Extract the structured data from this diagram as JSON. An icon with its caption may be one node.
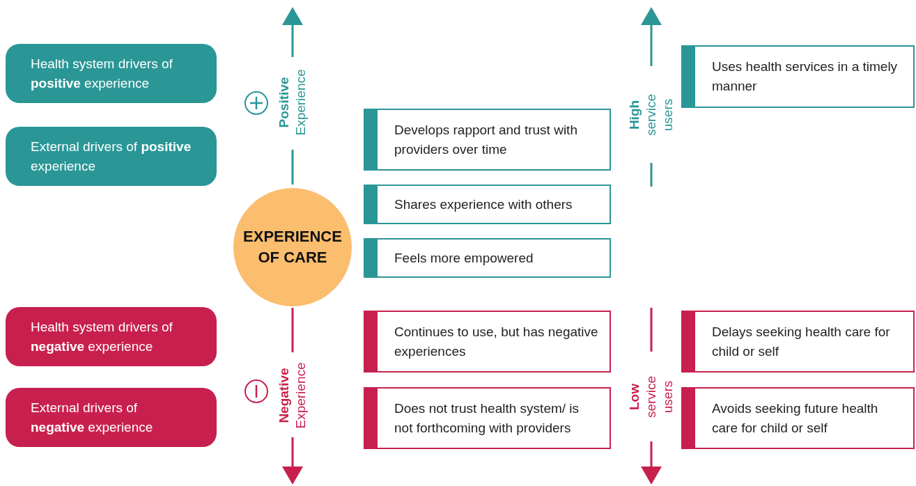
{
  "diagram": {
    "nodes": [
      {
        "text": [
          "Health system drivers of **positive** experience"
        ]
      },
      {
        "text": [
          "External drivers of **positive** experience"
        ]
      },
      {
        "text": [
          "Health system drivers of **negative** experience"
        ]
      },
      {
        "text": [
          "External drivers of **negative** experience"
        ]
      },
      {
        "text": [
          "EXPERIENCE OF CARE"
        ]
      },
      {
        "text": [
          "Develops rapport and trust with providers over time"
        ]
      },
      {
        "text": [
          "Shares experience with others"
        ]
      },
      {
        "text": [
          "Feels more empowered"
        ]
      },
      {
        "text": [
          "Continues to use, but has negative experiences"
        ]
      },
      {
        "text": [
          "Does not trust health system/ is not forthcoming with providers"
        ]
      },
      {
        "text": [
          "Uses health services in a timely manner"
        ]
      },
      {
        "text": [
          "Delays seeking health care for child or self"
        ]
      },
      {
        "text": [
          "Avoids seeking future health care for child or self"
        ]
      }
    ],
    "labels": [
      "**Positive** Experience",
      "**High** service users",
      "**Negative** Experience",
      "**Low** service users"
    ]
  }
}
